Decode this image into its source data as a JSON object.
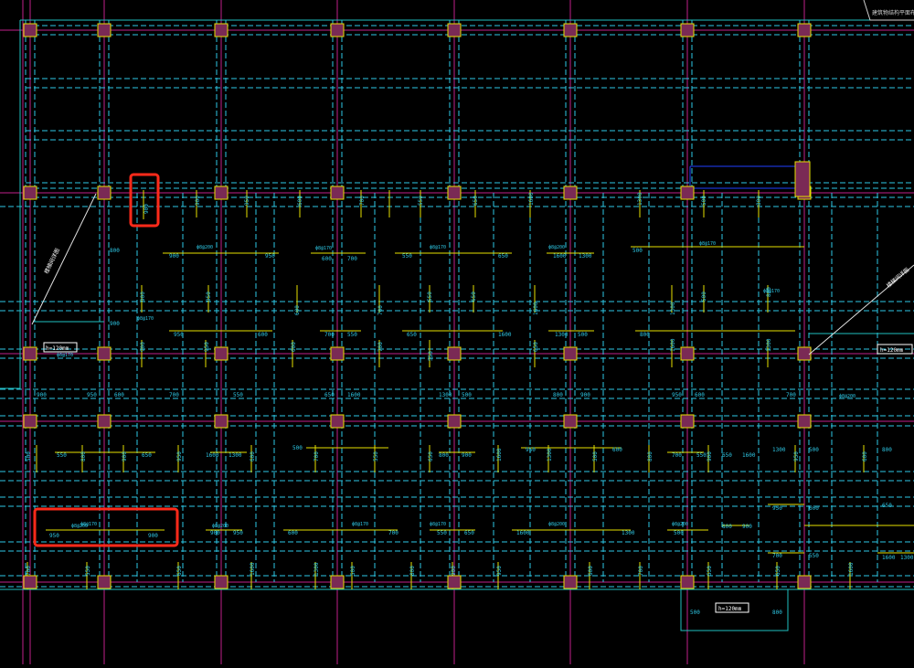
{
  "drawing": {
    "background": "#000000",
    "colors": {
      "axis": "#c0208a",
      "beam_dashed": "#2ec8e6",
      "rebar": "#e6e000",
      "label": "#2ec8e6",
      "column_fill": "#7a2a55",
      "column_border": "#e6e000",
      "highlight": "#ff2a1a",
      "wall": "#20c0c0"
    },
    "title_block": "建筑物结构平面布置图",
    "annotations": {
      "left_diag_note": "楼梯间详图",
      "right_diag_note": "楼梯间详图",
      "slab_thickness_left": "h=120mm",
      "slab_thickness_right": "h=120mm",
      "slab_thickness_bottom": "h=120mm"
    },
    "rebar_callouts": [
      "ф8@200",
      "ф8@170",
      "ф8@170",
      "ф8@200",
      "ф8@170",
      "ф8@170",
      "ф8@200",
      "ф8@170",
      "ф8@170",
      "ф8@200"
    ],
    "dimension_labels": [
      "900",
      "950",
      "600",
      "700",
      "550",
      "650",
      "1600",
      "1300",
      "500",
      "800"
    ],
    "highlights": [
      {
        "name": "highlight-vertical-900",
        "label": "900"
      },
      {
        "name": "highlight-950-900",
        "label_left": "950",
        "label_right": "900",
        "callout": "ф8@200"
      }
    ]
  }
}
